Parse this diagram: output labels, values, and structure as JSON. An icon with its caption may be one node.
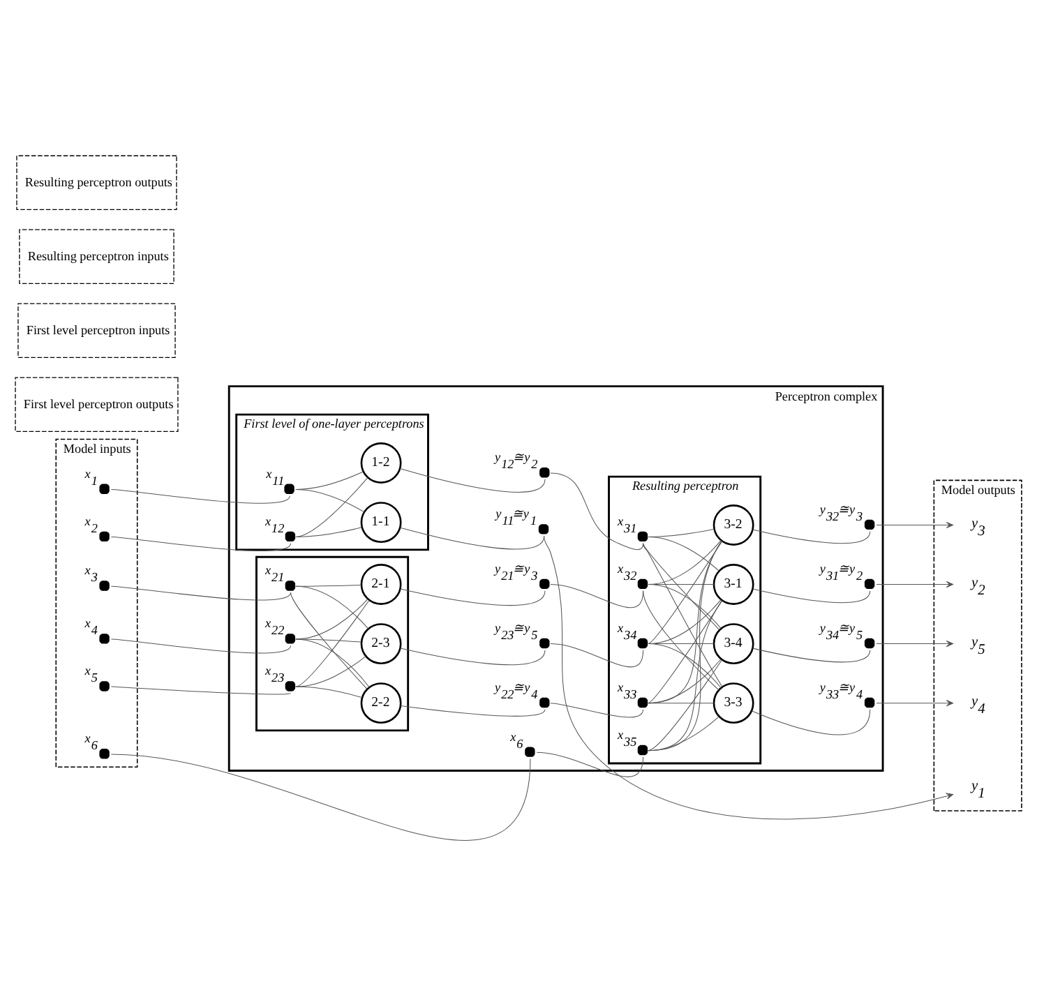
{
  "diagram": {
    "nodes": [
      {
        "text": [
          "Model inputs"
        ]
      },
      {
        "text": [],
        "shape": "circle",
        "in": 0,
        "beside": [
          "x$_{1}$"
        ]
      },
      {
        "text": [],
        "shape": "circle",
        "in": 0,
        "beside": [
          "x$_{2}$"
        ]
      },
      {
        "text": [],
        "shape": "circle",
        "in": 0,
        "beside": [
          "x$_{3}$"
        ]
      },
      {
        "text": [],
        "shape": "circle",
        "in": 0,
        "beside": [
          "x$_{4}$"
        ]
      },
      {
        "text": [],
        "shape": "circle",
        "in": 0,
        "beside": [
          "x$_{5}$"
        ]
      },
      {
        "text": [],
        "shape": "circle",
        "in": 0,
        "beside": [
          "x$_{6}$"
        ]
      },
      {
        "text": [
          "Perceptron complex"
        ]
      },
      {
        "text": [
          "First level of one-layer perceptrons"
        ],
        "in": 7
      },
      {
        "text": [],
        "shape": "circle",
        "in": 8,
        "beside": [
          "x$_{11}$"
        ]
      },
      {
        "text": [],
        "shape": "circle",
        "in": 8,
        "beside": [
          "x$_{12}$"
        ]
      },
      {
        "text": [
          "1-1"
        ],
        "in": 8
      },
      {
        "text": [
          "1-2"
        ],
        "in": 8
      },
      {
        "text": [],
        "shape": "box",
        "in": 7
      },
      {
        "text": [],
        "shape": "circle",
        "in": 13,
        "beside": [
          "x$_{21}$"
        ]
      },
      {
        "text": [],
        "shape": "circle",
        "in": 13,
        "beside": [
          "x$_{22}$"
        ]
      },
      {
        "text": [],
        "shape": "circle",
        "in": 13,
        "beside": [
          "x$_{23}$"
        ]
      },
      {
        "text": [
          "2-1"
        ],
        "in": 13
      },
      {
        "text": [
          "2-2"
        ],
        "in": 13
      },
      {
        "text": [
          "2-3"
        ],
        "in": 13
      },
      {
        "text": [
          "First level perceptron outputs"
        ]
      },
      {
        "text": [],
        "shape": "circle",
        "in": 7,
        "beside": [
          "y$_{11}$≅y$_{1}$"
        ]
      },
      {
        "text": [],
        "shape": "circle",
        "in": 7,
        "beside": [
          "y$_{12}$≅y$_{2}$"
        ]
      },
      {
        "text": [],
        "shape": "circle",
        "in": 7,
        "beside": [
          "y$_{21}$≅y$_{3}$"
        ]
      },
      {
        "text": [],
        "shape": "circle",
        "in": 7,
        "beside": [
          "y$_{22}$≅y$_{4}$"
        ]
      },
      {
        "text": [],
        "shape": "circle",
        "in": 7,
        "beside": [
          "y$_{23}$≅y$_{5}$"
        ]
      },
      {
        "text": [],
        "shape": "circle",
        "in": 7,
        "beside": [
          "x$_{6}$"
        ]
      },
      {
        "text": [
          "Resulting perceptron"
        ],
        "in": 7
      },
      {
        "text": [],
        "shape": "circle",
        "in": 27,
        "beside": [
          "x$_{31}$"
        ]
      },
      {
        "text": [],
        "shape": "circle",
        "in": 27,
        "beside": [
          "x$_{32}$"
        ]
      },
      {
        "text": [],
        "shape": "circle",
        "in": 27,
        "beside": [
          "x$_{33}$"
        ]
      },
      {
        "text": [],
        "shape": "circle",
        "in": 27,
        "beside": [
          "x$_{34}$"
        ]
      },
      {
        "text": [],
        "shape": "circle",
        "in": 27,
        "beside": [
          "x$_{35}$"
        ]
      },
      {
        "text": [
          "3-1"
        ],
        "in": 27
      },
      {
        "text": [
          "3-2"
        ],
        "in": 27
      },
      {
        "text": [
          "3-3"
        ],
        "in": 27
      },
      {
        "text": [
          "3-4"
        ],
        "in": 27
      },
      {
        "text": [],
        "shape": "circle",
        "in": 7,
        "beside": [
          "y$_{31}$≅y$_{2}$"
        ]
      },
      {
        "text": [],
        "shape": "circle",
        "in": 7,
        "beside": [
          "y$_{32}$≅y$_{3}$"
        ]
      },
      {
        "text": [],
        "shape": "circle",
        "in": 7,
        "beside": [
          "y$_{33}$≅y$_{4}$"
        ]
      },
      {
        "text": [],
        "shape": "circle",
        "in": 7,
        "beside": [
          "y$_{34}$≅y$_{5}$"
        ]
      },
      {
        "text": [
          "Model outputs"
        ]
      },
      {
        "text": [
          "y$_{1}$"
        ],
        "in": 41
      },
      {
        "text": [
          "y$_{2}$"
        ],
        "in": 41
      },
      {
        "text": [
          "y$_{3}$"
        ],
        "in": 41
      },
      {
        "text": [
          "y$_{4}$"
        ],
        "in": 41
      },
      {
        "text": [
          "y$_{5}$"
        ],
        "in": 41
      },
      {
        "text": [
          "First level perceptron inputs"
        ]
      },
      {
        "text": [
          "Resulting perceptron inputs"
        ]
      },
      {
        "text": [
          "Resulting perceptron outputs"
        ]
      }
    ],
    "edges": [
      {
        "from": 1,
        "to": 9,
        "arrow": "none"
      },
      {
        "from": 2,
        "to": 10,
        "arrow": "none"
      },
      {
        "from": 3,
        "to": 14,
        "arrow": "none"
      },
      {
        "from": 4,
        "to": 15,
        "arrow": "none"
      },
      {
        "from": 5,
        "to": 16,
        "arrow": "none"
      },
      {
        "from": 6,
        "to": 26,
        "arrow": "none"
      },
      {
        "from": 9,
        "to": 11,
        "arrow": "none"
      },
      {
        "from": 9,
        "to": 12,
        "arrow": "none"
      },
      {
        "from": 10,
        "to": 11,
        "arrow": "none"
      },
      {
        "from": 10,
        "to": 12,
        "arrow": "none"
      },
      {
        "from": 14,
        "to": 17,
        "arrow": "none"
      },
      {
        "from": 14,
        "to": 18,
        "arrow": "none"
      },
      {
        "from": 14,
        "to": 19,
        "arrow": "none"
      },
      {
        "from": 15,
        "to": 17,
        "arrow": "none"
      },
      {
        "from": 15,
        "to": 18,
        "arrow": "none"
      },
      {
        "from": 15,
        "to": 19,
        "arrow": "none"
      },
      {
        "from": 16,
        "to": 17,
        "arrow": "none"
      },
      {
        "from": 16,
        "to": 18,
        "arrow": "none"
      },
      {
        "from": 16,
        "to": 19,
        "arrow": "none"
      },
      {
        "from": 11,
        "to": 21,
        "arrow": "none"
      },
      {
        "from": 12,
        "to": 22,
        "arrow": "none"
      },
      {
        "from": 17,
        "to": 23,
        "arrow": "none"
      },
      {
        "from": 18,
        "to": 24,
        "arrow": "none"
      },
      {
        "from": 19,
        "to": 25,
        "arrow": "none"
      },
      {
        "from": 21,
        "to": 42,
        "arrow": "to"
      },
      {
        "from": 22,
        "to": 28,
        "arrow": "none"
      },
      {
        "from": 23,
        "to": 29,
        "arrow": "none"
      },
      {
        "from": 24,
        "to": 30,
        "arrow": "none"
      },
      {
        "from": 25,
        "to": 31,
        "arrow": "none"
      },
      {
        "from": 26,
        "to": 32,
        "arrow": "none"
      },
      {
        "from": 28,
        "to": 33,
        "arrow": "none"
      },
      {
        "from": 28,
        "to": 34,
        "arrow": "none"
      },
      {
        "from": 28,
        "to": 35,
        "arrow": "none"
      },
      {
        "from": 28,
        "to": 36,
        "arrow": "none"
      },
      {
        "from": 29,
        "to": 33,
        "arrow": "none"
      },
      {
        "from": 29,
        "to": 34,
        "arrow": "none"
      },
      {
        "from": 29,
        "to": 35,
        "arrow": "none"
      },
      {
        "from": 29,
        "to": 36,
        "arrow": "none"
      },
      {
        "from": 30,
        "to": 33,
        "arrow": "none"
      },
      {
        "from": 30,
        "to": 34,
        "arrow": "none"
      },
      {
        "from": 30,
        "to": 35,
        "arrow": "none"
      },
      {
        "from": 30,
        "to": 36,
        "arrow": "none"
      },
      {
        "from": 31,
        "to": 33,
        "arrow": "none"
      },
      {
        "from": 31,
        "to": 34,
        "arrow": "none"
      },
      {
        "from": 31,
        "to": 35,
        "arrow": "none"
      },
      {
        "from": 31,
        "to": 36,
        "arrow": "none"
      },
      {
        "from": 32,
        "to": 33,
        "arrow": "none"
      },
      {
        "from": 32,
        "to": 34,
        "arrow": "none"
      },
      {
        "from": 32,
        "to": 35,
        "arrow": "none"
      },
      {
        "from": 32,
        "to": 36,
        "arrow": "none"
      },
      {
        "from": 33,
        "to": 37,
        "arrow": "none"
      },
      {
        "from": 34,
        "to": 38,
        "arrow": "none"
      },
      {
        "from": 35,
        "to": 39,
        "arrow": "none"
      },
      {
        "from": 36,
        "to": 40,
        "arrow": "none"
      },
      {
        "from": 37,
        "to": 43,
        "arrow": "to"
      },
      {
        "from": 38,
        "to": 44,
        "arrow": "to"
      },
      {
        "from": 39,
        "to": 45,
        "arrow": "to"
      },
      {
        "from": 40,
        "to": 46,
        "arrow": "to"
      }
    ]
  }
}
